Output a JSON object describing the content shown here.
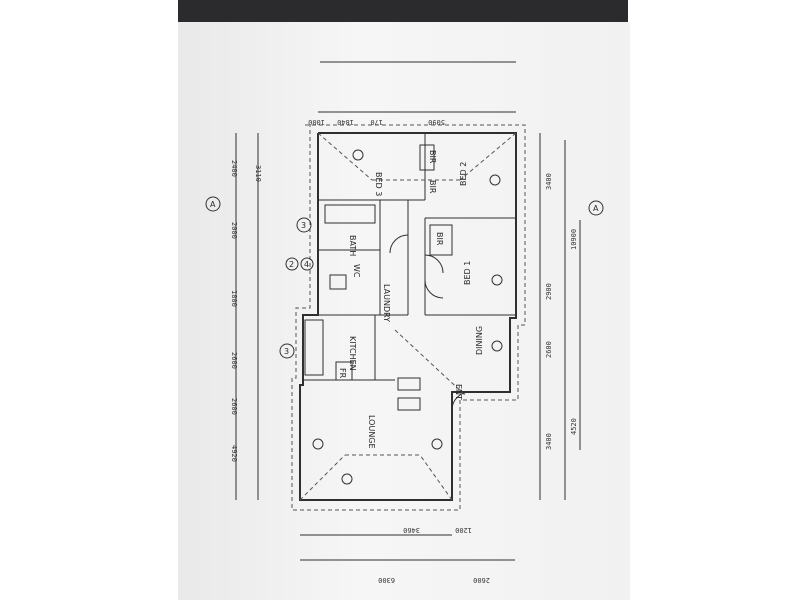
{
  "rooms": {
    "bed3": "BED 3",
    "bed2": "BED 2",
    "bed1": "BED 1",
    "bath": "BATH",
    "wc": "WC",
    "laundry": "LAUNDRY",
    "kitchen": "KITCHEN",
    "dining": "DINING",
    "lounge": "LOUNGE",
    "fr": "FR",
    "bir1": "BIR",
    "bir2": "BIR",
    "bir3": "BIR",
    "ent": "ENT"
  },
  "markers": {
    "a": "A",
    "section3a": "3",
    "section3b": "3",
    "section2": "2",
    "section4": "4"
  },
  "dimensions": {
    "top_total": "5090",
    "top_a": "1840",
    "top_b": "170",
    "top_c": "1000",
    "left_total": "3110",
    "left_2400": "2400",
    "left_2000": "2000",
    "left_1800": "1800",
    "left_2600a": "2600",
    "left_2600b": "2600",
    "left_4920": "4920",
    "right_10900": "10900",
    "right_2900": "2900",
    "right_3400a": "3400",
    "right_2600": "2600",
    "right_3400b": "3400",
    "right_4520": "4520",
    "bottom_6300": "6300",
    "bottom_2600": "2600",
    "bottom_3460": "3460",
    "bottom_1200": "1200"
  }
}
